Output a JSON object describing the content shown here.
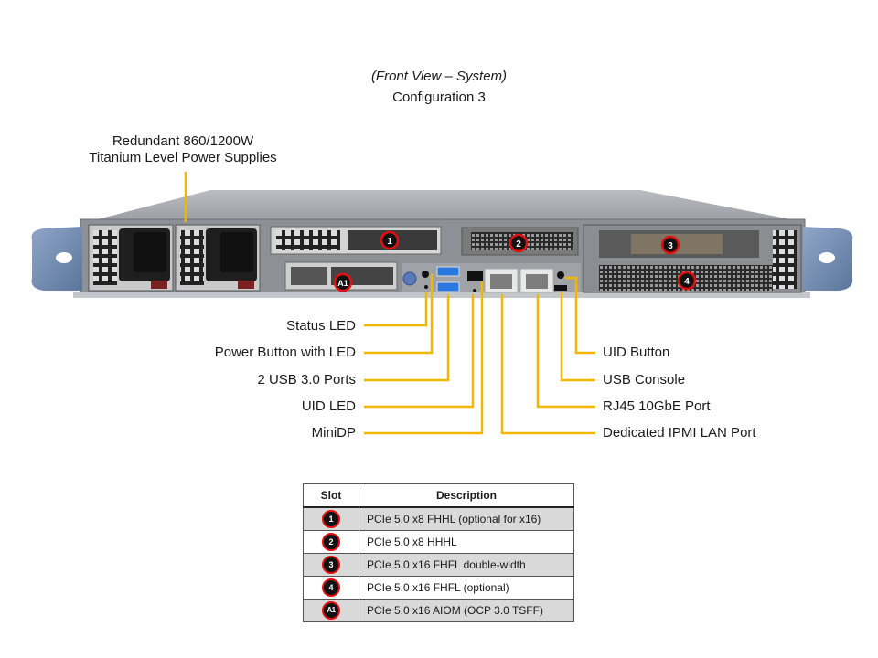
{
  "header": {
    "view_title": "(Front View – System)",
    "configuration": "Configuration 3"
  },
  "colors": {
    "callout_line": "#f2b705",
    "slot_badge_ring": "#e01010",
    "slot_badge_fill": "#111111",
    "table_shade": "#d9d9d9"
  },
  "callouts": {
    "power_supplies": {
      "line1": "Redundant 860/1200W",
      "line2": "Titanium Level Power Supplies"
    },
    "left": [
      {
        "label": "Status LED"
      },
      {
        "label": "Power Button with LED"
      },
      {
        "label": "2 USB 3.0 Ports"
      },
      {
        "label": "UID LED"
      },
      {
        "label": "MiniDP"
      }
    ],
    "right": [
      {
        "label": "UID Button"
      },
      {
        "label": "USB Console"
      },
      {
        "label": "RJ45 10GbE Port"
      },
      {
        "label": "Dedicated IPMI LAN Port"
      }
    ]
  },
  "slot_markers": [
    "1",
    "2",
    "3",
    "4",
    "A1"
  ],
  "slot_table": {
    "headers": [
      "Slot",
      "Description"
    ],
    "rows": [
      {
        "slot": "1",
        "description": "PCIe 5.0 x8 FHHL (optional for x16)"
      },
      {
        "slot": "2",
        "description": "PCIe 5.0 x8 HHHL"
      },
      {
        "slot": "3",
        "description": "PCIe 5.0 x16 FHFL double-width"
      },
      {
        "slot": "4",
        "description": "PCIe 5.0 x16 FHFL (optional)"
      },
      {
        "slot": "A1",
        "description": "PCIe 5.0 x16 AIOM (OCP 3.0 TSFF)"
      }
    ]
  }
}
